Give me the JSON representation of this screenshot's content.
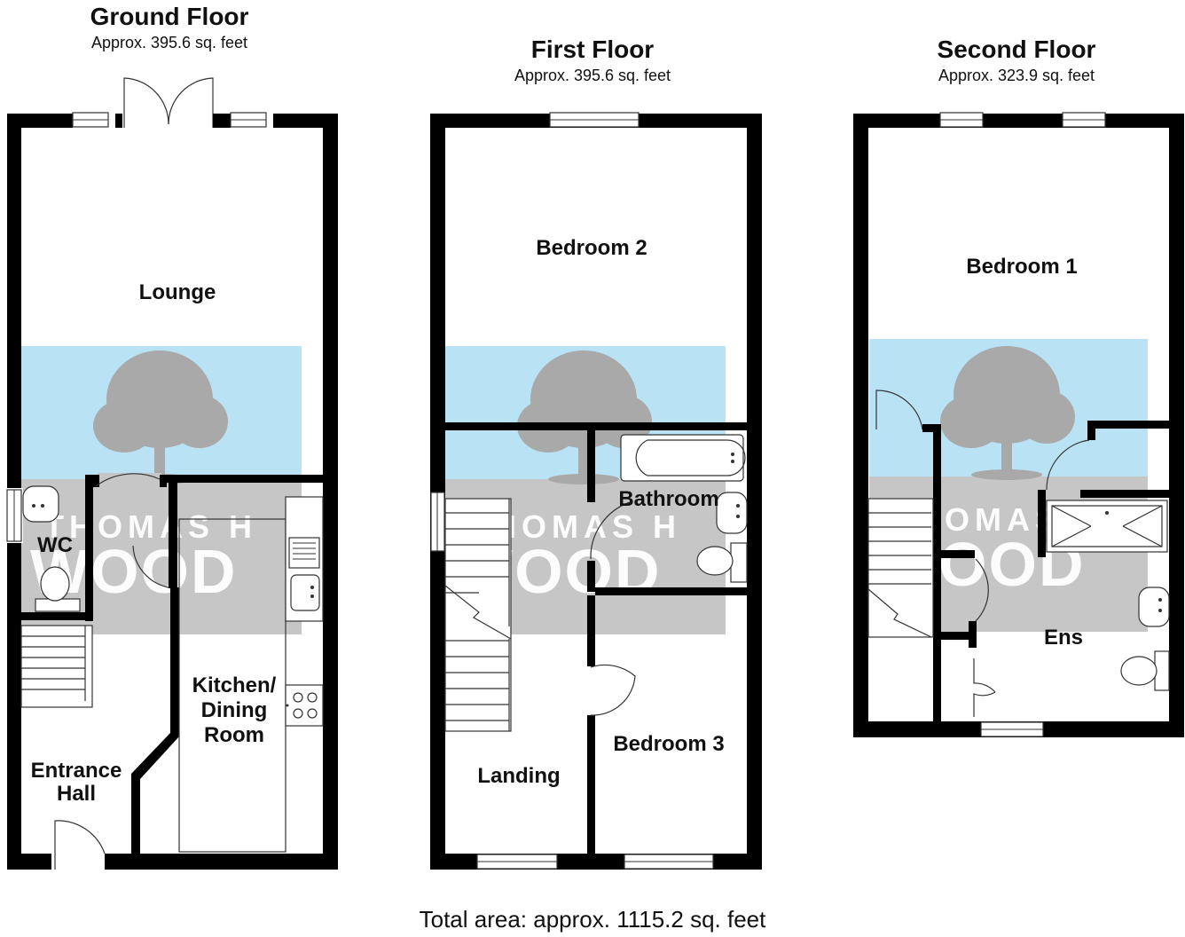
{
  "floors": [
    {
      "title": "Ground Floor",
      "area": "Approx. 395.6 sq. feet",
      "rooms": [
        {
          "name": "Lounge"
        },
        {
          "name": "WC"
        },
        {
          "name_lines": [
            "Kitchen/",
            "Dining",
            "Room"
          ]
        },
        {
          "name_lines": [
            "Entrance",
            "Hall"
          ]
        }
      ]
    },
    {
      "title": "First Floor",
      "area": "Approx. 395.6 sq. feet",
      "rooms": [
        {
          "name": "Bedroom 2"
        },
        {
          "name": "Bathroom"
        },
        {
          "name": "Bedroom 3"
        },
        {
          "name": "Landing"
        }
      ]
    },
    {
      "title": "Second Floor",
      "area": "Approx. 323.9 sq. feet",
      "rooms": [
        {
          "name": "Bedroom 1"
        },
        {
          "name": "Ens"
        }
      ]
    }
  ],
  "watermark": {
    "line1": "THOMAS H",
    "line2": "WOOD",
    "sky_color": "#b9e3f4",
    "ground_color": "#c6c6c6",
    "tree_color": "#a9a9a9"
  },
  "total_area": "Total area: approx. 1115.2 sq. feet"
}
